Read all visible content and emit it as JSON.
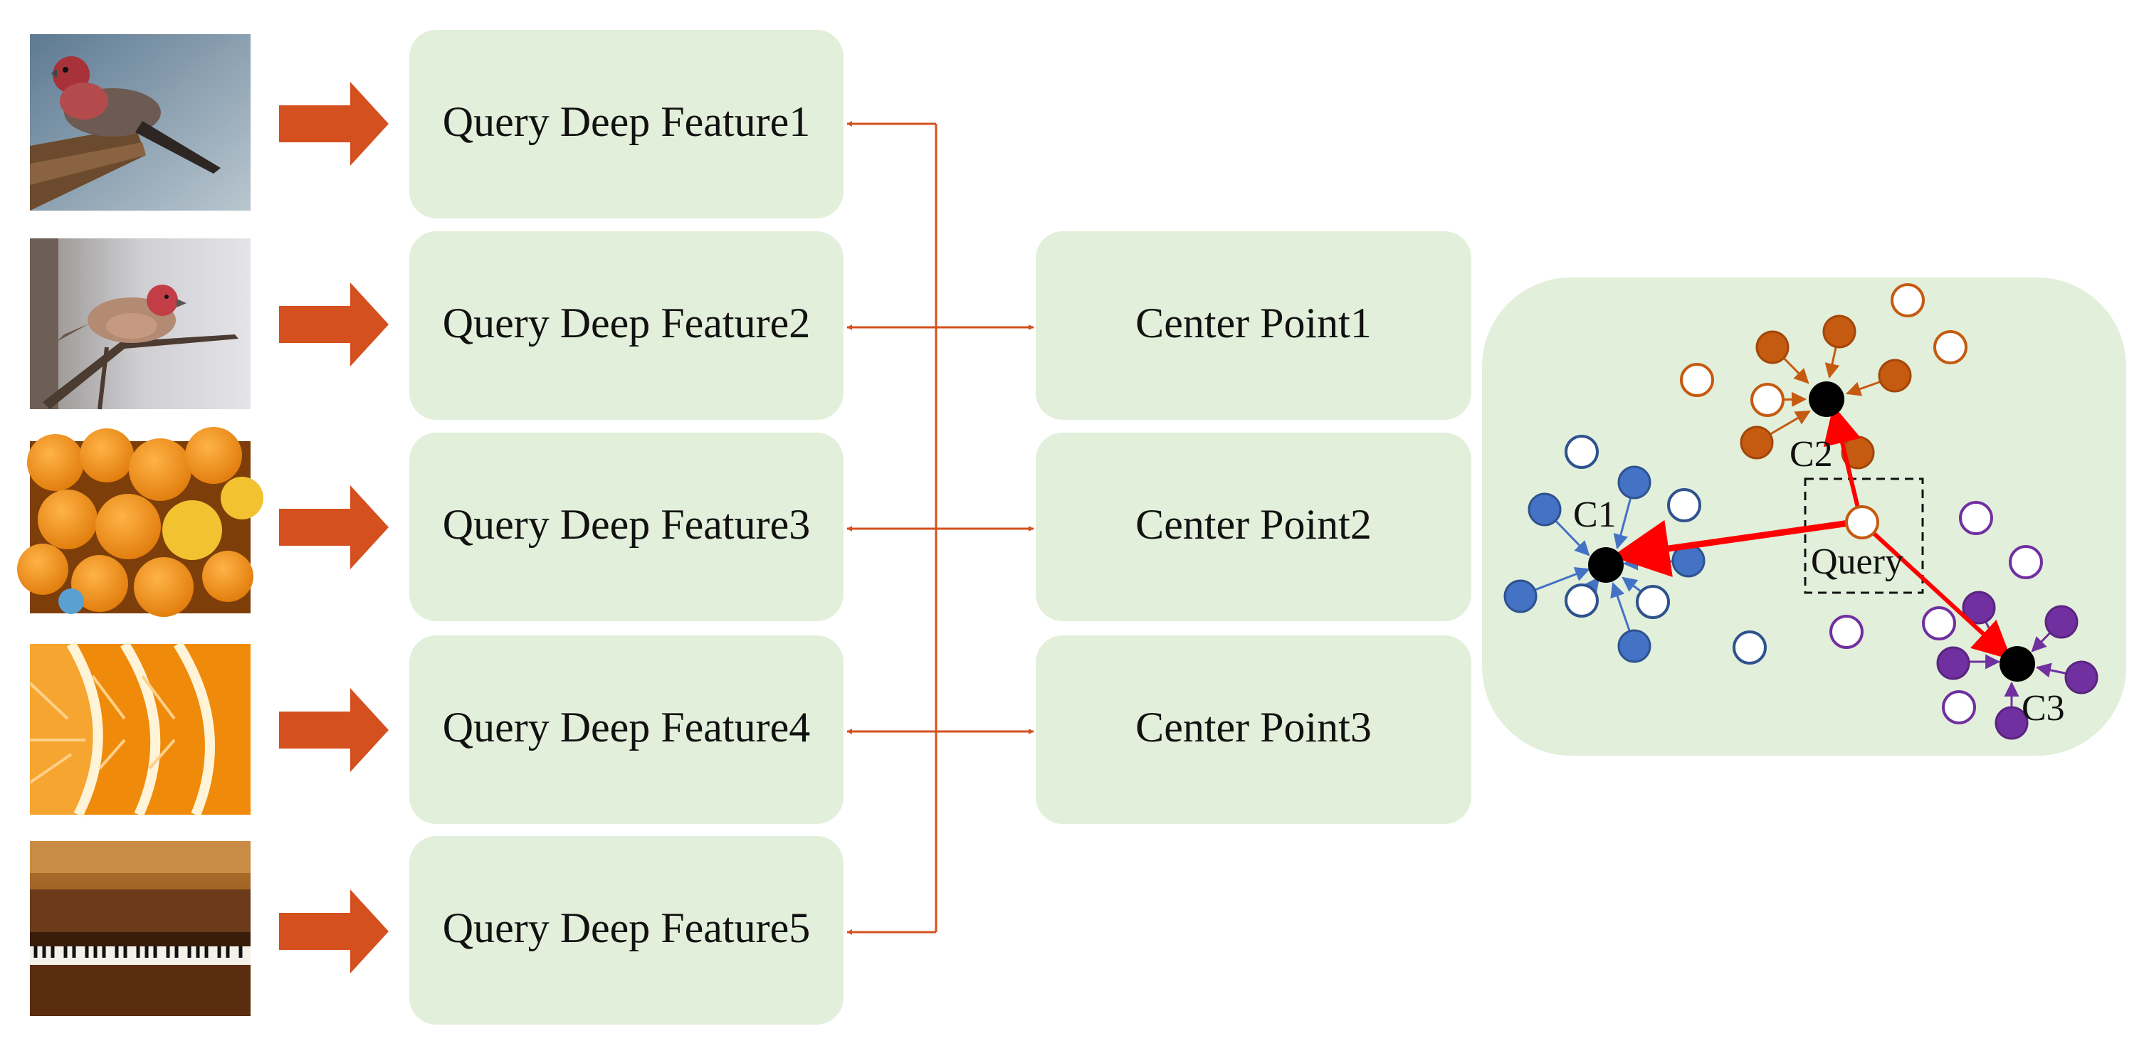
{
  "images": [
    {
      "name": "finch-on-post",
      "subject": "bird"
    },
    {
      "name": "finch-on-branch",
      "subject": "bird"
    },
    {
      "name": "oranges-pile",
      "subject": "orange"
    },
    {
      "name": "orange-slices",
      "subject": "orange"
    },
    {
      "name": "piano-keys",
      "subject": "piano"
    }
  ],
  "features": [
    {
      "label": "Query Deep Feature1"
    },
    {
      "label": "Query Deep Feature2"
    },
    {
      "label": "Query Deep Feature3"
    },
    {
      "label": "Query Deep Feature4"
    },
    {
      "label": "Query Deep Feature5"
    }
  ],
  "centers": [
    {
      "label": "Center Point1"
    },
    {
      "label": "Center Point2"
    },
    {
      "label": "Center Point3"
    }
  ],
  "cluster_panel": {
    "labels": {
      "c1": "C1",
      "c2": "C2",
      "c3": "C3",
      "query": "Query"
    }
  },
  "colors": {
    "box_fill": "#e2efda",
    "panel_fill": "#e2efda",
    "big_arrow": "#d4501f",
    "connector": "#d4501f",
    "cluster_blue": "#4472c4",
    "cluster_orange": "#c55a11",
    "cluster_purple": "#7030a0",
    "centroid": "#000000",
    "query_arrow": "#ff0000"
  }
}
